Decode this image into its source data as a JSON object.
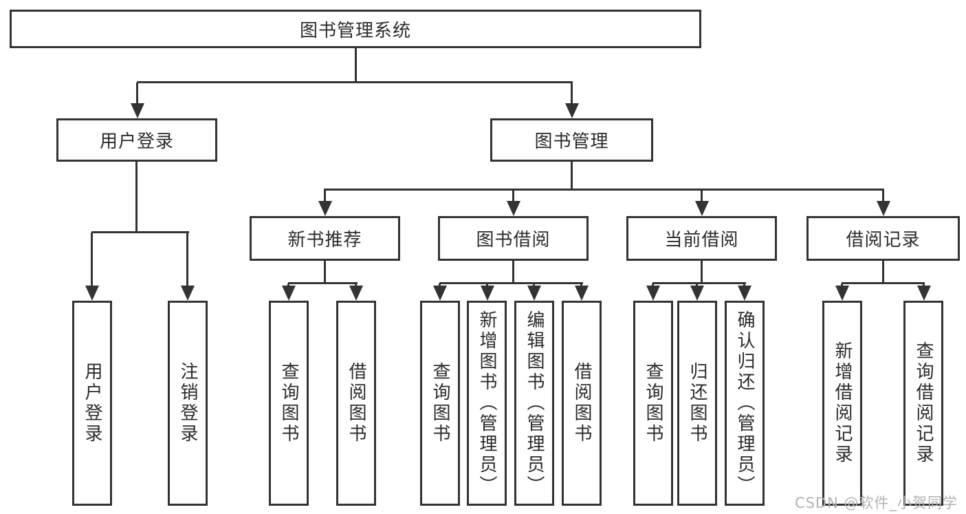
{
  "diagram": {
    "tree": {
      "root": {
        "label": "图书管理系统",
        "children": [
          {
            "label": "用户登录",
            "children": [
              {
                "label": "用户登录"
              },
              {
                "label": "注销登录"
              }
            ]
          },
          {
            "label": "图书管理",
            "children": [
              {
                "label": "新书推荐",
                "children": [
                  {
                    "label": "查询图书"
                  },
                  {
                    "label": "借阅图书"
                  }
                ]
              },
              {
                "label": "图书借阅",
                "children": [
                  {
                    "label": "查询图书"
                  },
                  {
                    "label": "新增图书（管理员）"
                  },
                  {
                    "label": "编辑图书（管理员）"
                  },
                  {
                    "label": "借阅图书"
                  }
                ]
              },
              {
                "label": "当前借阅",
                "children": [
                  {
                    "label": "查询图书"
                  },
                  {
                    "label": "归还图书"
                  },
                  {
                    "label": "确认归还（管理员）"
                  }
                ]
              },
              {
                "label": "借阅记录",
                "children": [
                  {
                    "label": "新增借阅记录"
                  },
                  {
                    "label": "查询借阅记录"
                  }
                ]
              }
            ]
          }
        ]
      }
    },
    "colors": {
      "line": "#333333",
      "text": "#2b2b2b",
      "node_background": "#ffffff",
      "page_background": "#ffffff",
      "watermark": "#b2b2b2"
    }
  },
  "watermark": {
    "text": "CSDN @软件_小贺同学"
  }
}
